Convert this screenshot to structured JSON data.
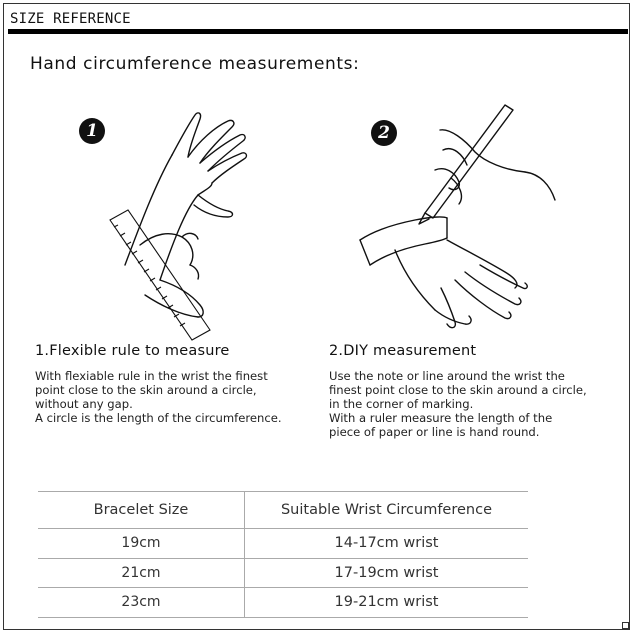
{
  "header": {
    "title": "SIZE REFERENCE"
  },
  "section": {
    "title": "Hand circumference measurements:"
  },
  "steps": [
    {
      "number": "1",
      "title": "1.Flexible rule to measure",
      "lines": [
        "With flexiable rule in the wrist the finest",
        "point close to the skin around a circle,",
        "without any gap.",
        "A circle is the length of the circumference."
      ]
    },
    {
      "number": "2",
      "title": "2.DIY measurement",
      "lines": [
        "Use the note or line around the wrist the",
        "finest point close to the skin around a circle,",
        "in the corner of marking.",
        "With a ruler measure the length of the",
        "piece of paper or line is hand round."
      ]
    }
  ],
  "table": {
    "headers": [
      "Bracelet Size",
      "Suitable Wrist Circumference"
    ],
    "rows": [
      [
        "19cm",
        "14-17cm wrist"
      ],
      [
        "21cm",
        "17-19cm wrist"
      ],
      [
        "23cm",
        "19-21cm wrist"
      ]
    ]
  },
  "icons": {
    "step1_illustration": "hand-measuring-tape-illustration",
    "step2_illustration": "hand-paper-strip-pen-illustration",
    "corner": "resize-handle-icon"
  }
}
